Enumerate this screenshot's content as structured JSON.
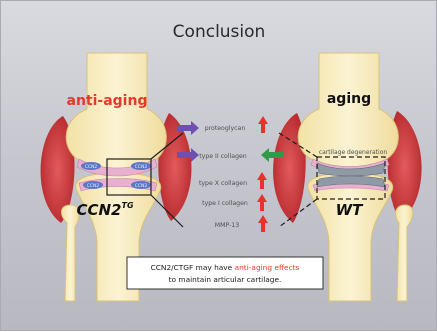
{
  "slide": {
    "title": "Conclusion",
    "left_joint": {
      "label": "anti-aging",
      "genotype": "CCN2",
      "genotype_sup": "TG",
      "cell_text": "CCN2"
    },
    "right_joint": {
      "label": "aging",
      "genotype": "WT",
      "note": "cartilage degeneration"
    },
    "markers": [
      {
        "name": "proteoglycan",
        "arrow_dir": "up"
      },
      {
        "name": "type II collagen",
        "arrow_dir": "up"
      },
      {
        "name": "type X collagen",
        "arrow_dir": "up"
      },
      {
        "name": "type I collagen",
        "arrow_dir": "up"
      },
      {
        "name": "MMP-13",
        "arrow_dir": "up"
      }
    ],
    "conclusion": {
      "prefix": "CCN2/CTGF may have ",
      "highlight": "anti-aging effects",
      "line2": "to maintain articular cartilage."
    }
  },
  "colors": {
    "muscle": "#d03a3e",
    "bone": "#f6e9b8",
    "cartilage_pink": "#e5a6c8",
    "arrow_up": "#e8322a",
    "arrow_purple": "#6f4fb0",
    "arrow_green": "#2f9b4a",
    "anti_aging_text": "#e53a2b"
  }
}
